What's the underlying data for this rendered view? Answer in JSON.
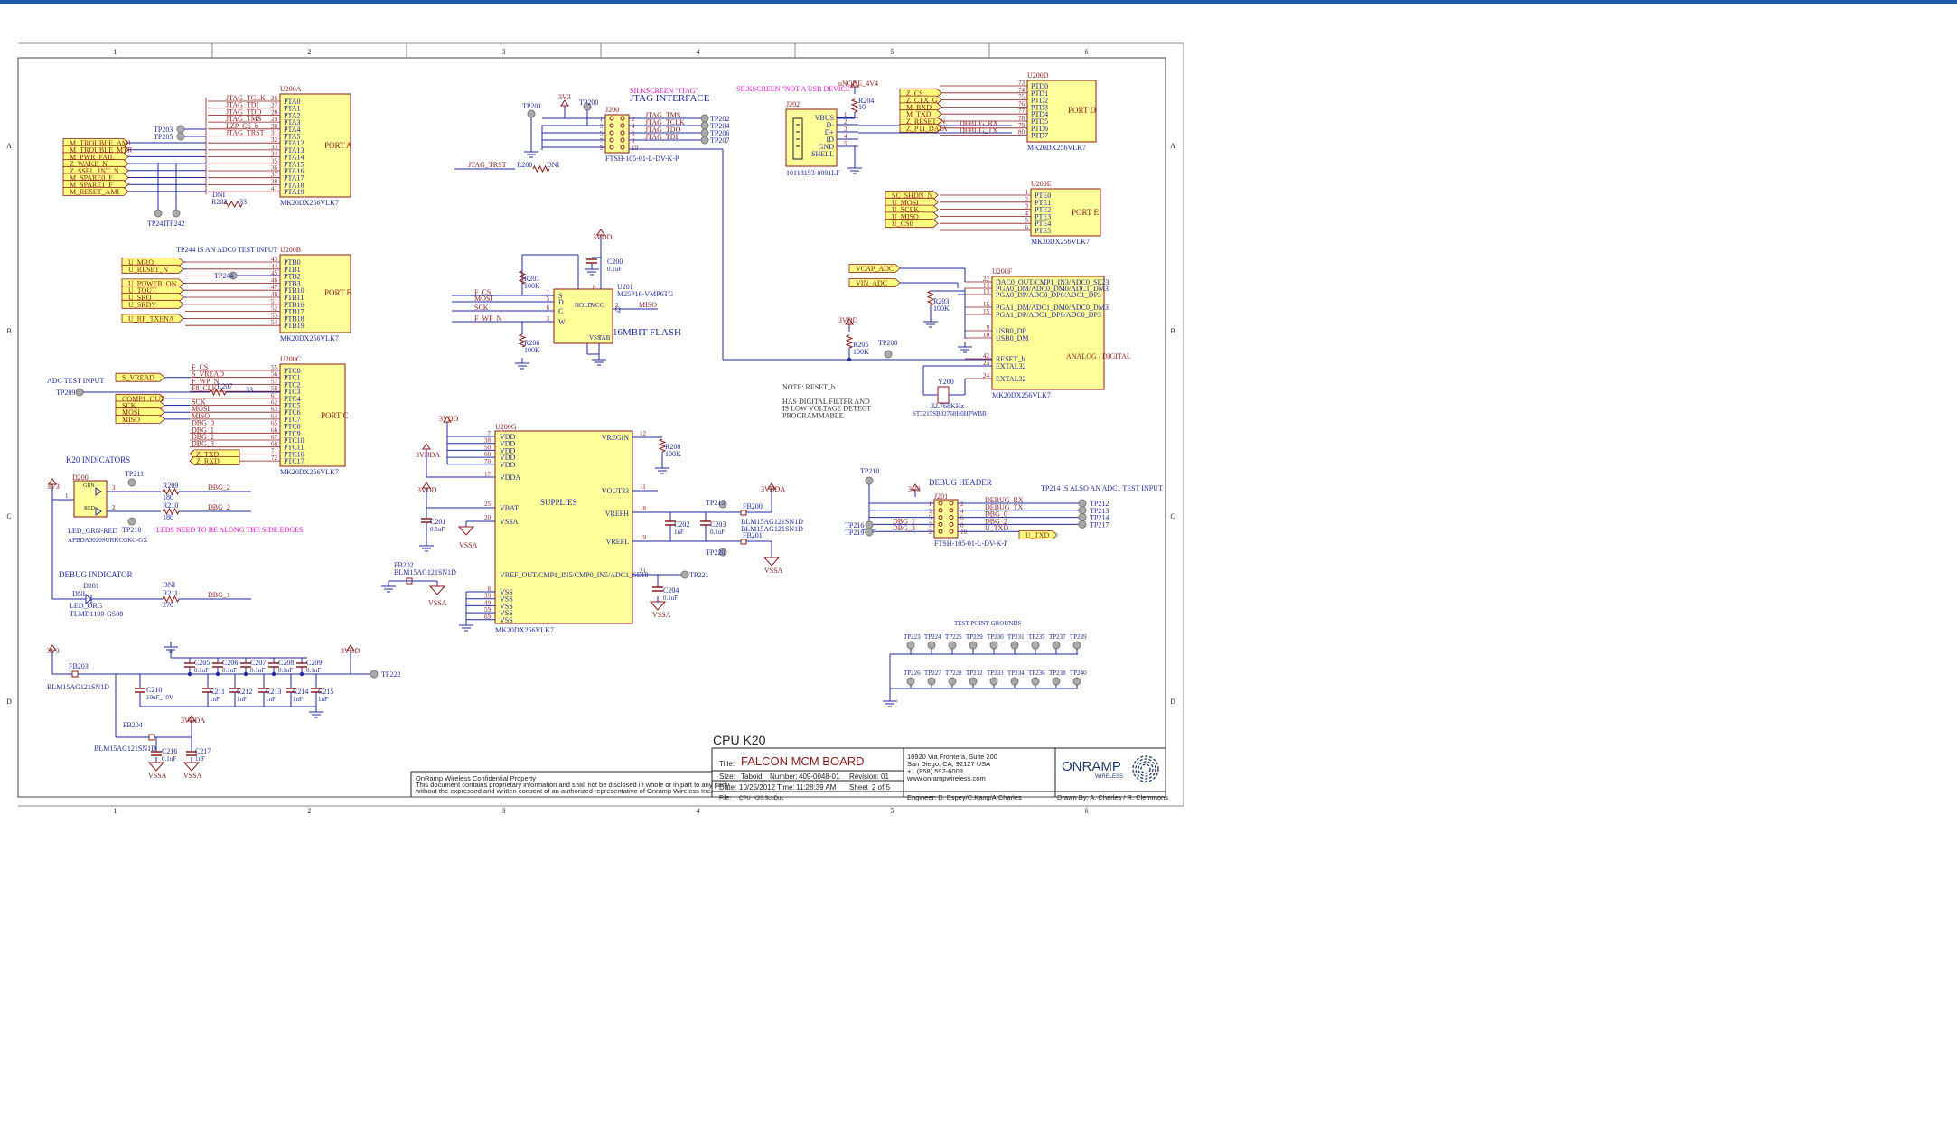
{
  "sheet": {
    "col_labels": [
      "1",
      "2",
      "3",
      "4",
      "5",
      "6"
    ],
    "row_labels": [
      "A",
      "B",
      "C",
      "D"
    ],
    "title_big": "CPU K20",
    "title_label": "Title:",
    "title": "FALCON MCM BOARD",
    "size_label": "Size:",
    "size": "Taboid",
    "number_label": "Number:",
    "number": "409-0048-01",
    "revision_label": "Revision:",
    "revision": "01",
    "date_label": "Date:",
    "date": "10/25/2012",
    "time_label": "Time:",
    "time": "11:28:39 AM",
    "sheet_label": "Sheet",
    "sheet_of": "2 of 5",
    "file_label": "File:",
    "file": "CPU_K20.SchDoc",
    "address": [
      "10920 Via Frontera, Suite 200",
      "San Diego, CA, 92127 USA",
      "+1 (858) 592-6008",
      "www.onrampwireless.com"
    ],
    "engineer": "Engineer:  D. Espey/C.Kang/A.Charles",
    "drawn_by": "Drawn By:  A. Charles / R. Clemmons",
    "company_logo": "ONRAMP",
    "company_logo_sub": "WIRELESS",
    "confidential": [
      "OnRamp Wireless Confidential Property",
      "This document contains proprietary information and shall not be disclosed in whole or in part to any party",
      "without the expressed and written consent of an authorized representative of Onramp Wireless Inc."
    ]
  },
  "u200a": {
    "ref": "U200A",
    "part": "MK20DX256VLK7",
    "title": "PORT A",
    "pins": [
      [
        "26",
        "PTA0",
        "JTAG_TCLK"
      ],
      [
        "27",
        "PTA1",
        "JTAG_TDI"
      ],
      [
        "28",
        "PTA2",
        "JTAG_TDO"
      ],
      [
        "29",
        "PTA3",
        "JTAG_TMS"
      ],
      [
        "30",
        "PTA4",
        "EZP_CS_b"
      ],
      [
        "31",
        "PTA5",
        "JTAG_TRST"
      ],
      [
        "32",
        "PTA12",
        ""
      ],
      [
        "33",
        "PTA13",
        ""
      ],
      [
        "34",
        "PTA14",
        ""
      ],
      [
        "35",
        "PTA15",
        ""
      ],
      [
        "36",
        "PTA16",
        ""
      ],
      [
        "37",
        "PTA17",
        ""
      ],
      [
        "38",
        "PTA18",
        ""
      ],
      [
        "41",
        "PTA19",
        ""
      ]
    ],
    "ports": [
      "M_TROUBLE_AMI",
      "M_TROUBLE_MTR",
      "M_PWR_FAIL",
      "Z_WAKE_N",
      "Z_SSEL_INT_N",
      "M_SPARE0_F",
      "M_SPARE1_F",
      "M_RESET_AMI"
    ],
    "tp": [
      "TP203",
      "TP205",
      "TP241",
      "TP242"
    ],
    "dni": "DNI",
    "res": "R202",
    "res_val": "33"
  },
  "u200b": {
    "ref": "U200B",
    "part": "MK20DX256VLK7",
    "title": "PORT B",
    "note": "TP244 IS AN ADC0 TEST INPUT",
    "pins": [
      [
        "43",
        "PTB0"
      ],
      [
        "44",
        "PTB1"
      ],
      [
        "45",
        "PTB2"
      ],
      [
        "46",
        "PTB3"
      ],
      [
        "47",
        "PTB10"
      ],
      [
        "48",
        "PTB11"
      ],
      [
        "51",
        "PTB16"
      ],
      [
        "52",
        "PTB17"
      ],
      [
        "53",
        "PTB18"
      ],
      [
        "54",
        "PTB19"
      ]
    ],
    "ports": [
      [
        "U_MRQ",
        0
      ],
      [
        "U_RESET_N",
        1
      ],
      [
        "U_POWER_ON",
        3
      ],
      [
        "U_TOUT",
        4
      ],
      [
        "U_SRQ",
        5
      ],
      [
        "U_SRDY",
        6
      ],
      [
        "U_RF_TXENA",
        8
      ]
    ],
    "tp": "TP244"
  },
  "u200c": {
    "ref": "U200C",
    "part": "MK20DX256VLK7",
    "title": "PORT C",
    "adc_note": "ADC TEST INPUT",
    "tp": "TP209",
    "pins": [
      [
        "55",
        "PTC0",
        "F_CS"
      ],
      [
        "56",
        "PTC1",
        "S_VREAD"
      ],
      [
        "57",
        "PTC2",
        "F_WP_N"
      ],
      [
        "58",
        "PTC3",
        "F8_CLK"
      ],
      [
        "61",
        "PTC4",
        ""
      ],
      [
        "62",
        "PTC5",
        "SCK"
      ],
      [
        "63",
        "PTC6",
        "MOSI"
      ],
      [
        "64",
        "PTC7",
        "MISO"
      ],
      [
        "65",
        "PTC8",
        "DBG_0"
      ],
      [
        "66",
        "PTC9",
        "DBG_1"
      ],
      [
        "67",
        "PTC10",
        "DBG_2"
      ],
      [
        "68",
        "PTC11",
        "DBG_3"
      ],
      [
        "71",
        "PTC16",
        ""
      ],
      [
        "72",
        "PTC17",
        ""
      ]
    ],
    "ports": [
      [
        "S_VREAD",
        1
      ],
      [
        "COMP1_OUT",
        4
      ],
      [
        "SCK",
        5
      ],
      [
        "MOSI",
        6
      ],
      [
        "MISO",
        7
      ],
      [
        "Z_TXD",
        12
      ],
      [
        "Z_RXD",
        13
      ]
    ],
    "res": "R207",
    "res_val": "33"
  },
  "jtag": {
    "title": "JTAG INTERFACE",
    "silk": "SILKSCREEN \"JTAG\"",
    "ref": "J200",
    "part": "FTSH-105-01-L-DV-K-P",
    "vcc": "3V3",
    "left_pins": [
      "1",
      "3",
      "5",
      "7",
      "9"
    ],
    "right_pins": [
      "2",
      "4",
      "6",
      "8",
      "10"
    ],
    "nets": [
      "JTAG_TMS",
      "JTAG_TCLK",
      "JTAG_TDO",
      "JTAG_TDI"
    ],
    "tps": [
      "TP202",
      "TP204",
      "TP206",
      "TP207"
    ],
    "tp_left": [
      "TP201",
      "TP200"
    ],
    "trst": "JTAG_TRST",
    "res": "R200",
    "res_dni": "DNI"
  },
  "usb": {
    "silk": "SILKSCREEN \"NOT A USB DEVICE\"",
    "ref": "J202",
    "part": "10118193-0001LF",
    "vnode": "uNODE_4V4",
    "res": "R204",
    "res_val": "10",
    "pins": [
      [
        "VBUS",
        "1"
      ],
      [
        "D-",
        "2"
      ],
      [
        "D+",
        "3"
      ],
      [
        "ID",
        "4"
      ],
      [
        "GND",
        "5"
      ],
      [
        "SHELL",
        ""
      ]
    ]
  },
  "u200d": {
    "ref": "U200D",
    "part": "MK20DX256VLK7",
    "title": "PORT D",
    "pins": [
      [
        "73",
        "PTD0"
      ],
      [
        "74",
        "PTD1"
      ],
      [
        "75",
        "PTD2"
      ],
      [
        "76",
        "PTD3"
      ],
      [
        "77",
        "PTD4"
      ],
      [
        "78",
        "PTD5"
      ],
      [
        "79",
        "PTD6"
      ],
      [
        "80",
        "PTD7"
      ]
    ],
    "ports": [
      "Z_CS",
      "Z_CTX_G",
      "M_RXD",
      "M_TXD",
      "Z_RESET_N",
      "Z_PTI_DATA"
    ],
    "nets": [
      "DEBUG_RX",
      "DEBUG_TX"
    ]
  },
  "u200e": {
    "ref": "U200E",
    "part": "MK20DX256VLK7",
    "title": "PORT E",
    "pins": [
      [
        "1",
        "PTE0"
      ],
      [
        "2",
        "PTE1"
      ],
      [
        "3",
        "PTE2"
      ],
      [
        "4",
        "PTE3"
      ],
      [
        "5",
        "PTE4"
      ],
      [
        "6",
        "PTE5"
      ]
    ],
    "ports": [
      "SC_SHDN_N",
      "U_MOSI",
      "U_SCLK",
      "U_MISO",
      "U_CS0"
    ]
  },
  "u200f": {
    "ref": "U200F",
    "part": "MK20DX256VLK7",
    "title": "ANALOG / DIGITAL",
    "pins": [
      [
        "22",
        "DAC0_OUT/CMP1_IN3/ADC0_SE23"
      ],
      [
        "14",
        "PGA0_DM/ADC0_DM0/ADC1_DM3"
      ],
      [
        "13",
        "PGA0_DP/ADC0_DP0/ADC1_DP3"
      ],
      [
        "16",
        "PGA1_DM/ADC1_DM0/ADC0_DM3"
      ],
      [
        "15",
        "PGA1_DP/ADC1_DP0/ADC0_DP3"
      ],
      [
        "9",
        "USB0_DP"
      ],
      [
        "10",
        "USB0_DM"
      ],
      [
        "42",
        "RESET_b"
      ],
      [
        "23",
        "EXTAL32"
      ],
      [
        "24",
        "EXTAL32"
      ]
    ],
    "ports": [
      "VCAP_ADC",
      "VIN_ADC"
    ],
    "res": "R203",
    "res_val": "100K",
    "res2": "R205",
    "res2_val": "100K",
    "vdd": "3VDD",
    "tp": "TP208",
    "xtal": "Y200",
    "xtal_val": "32.768KHz",
    "xtal_part": "ST3215SB32768H0HPWBB"
  },
  "note": [
    "NOTE:  RESET_b",
    "HAS DIGITAL FILTER AND",
    "IS LOW VOLTAGE DETECT",
    "PROGRAMMABLE."
  ],
  "flash": {
    "ref": "U201",
    "part": "M25P16-VMP6TG",
    "label": "16MBIT FLASH",
    "vdd": "3VDD",
    "cap": "C200",
    "cap_val": "0.1uF",
    "r1": "R201",
    "r1_val": "100K",
    "r2": "R206",
    "r2_val": "100K",
    "left": [
      [
        "1",
        "S",
        "F_CS"
      ],
      [
        "5",
        "D",
        "MOSI"
      ],
      [
        "6",
        "C",
        "SCK"
      ],
      [
        "3",
        "W",
        "F_WP_N"
      ]
    ],
    "inner": [
      "HOLD",
      "VCC",
      "VSS",
      "TAB"
    ],
    "top_pins": [
      "7",
      "8"
    ],
    "q_pin": "2",
    "q": "Q",
    "miso": "MISO",
    "bot_pins": [
      "4",
      "9"
    ]
  },
  "supplies": {
    "ref": "U200G",
    "part": "MK20DX256VLK7",
    "title": "SUPPLIES",
    "vdd": "3VDD",
    "vdda": "3VDDA",
    "vdd_pins": [
      "7",
      "38",
      "50",
      "60",
      "70"
    ],
    "vdda_pin": "17",
    "vbat_pin": "25",
    "vssa_pin": "20",
    "vss_pins": [
      "8",
      "39",
      "49",
      "59",
      "69"
    ],
    "vregin": "VREGIN",
    "vregin_pin": "12",
    "vout33": "VOUT33",
    "vout33_pin": "11",
    "vrefh": "VREFH",
    "vrefh_pin": "18",
    "vrefl": "VREFL",
    "vrefl_pin": "19",
    "vref_out": "VREF_OUT/CMP1_IN5/CMP0_IN5/ADC1_SE18",
    "vref_out_pin": "21",
    "r": "R208",
    "r_val": "100K",
    "c201": "C201",
    "c201_val": "0.1uF",
    "c202": "C202",
    "c202_val": "1nF",
    "c203": "C203",
    "c203_val": "0.1uF",
    "c204": "C204",
    "c204_val": "0.1uF",
    "tp215": "TP215",
    "tp220": "TP220",
    "tp221": "TP221",
    "fb200": "FB200",
    "fb201": "FB201",
    "fb_part": "BLM15AG121SN1D",
    "fb202": "FB202",
    "vssa": "VSSA"
  },
  "indicators": {
    "title": "K20 INDICATORS",
    "ref": "D200",
    "grn": "GRN",
    "red": "RED",
    "vcc": "3V3",
    "tp211": "TP211",
    "tp218": "TP218",
    "r209": "R209",
    "r210": "R210",
    "r_val": "180",
    "net": "DBG_2",
    "part": "APBDA3020SURKCGKC-GX",
    "part2": "LED_GRN-RED",
    "warn": "LEDS NEED TO BE ALONG THE SIDE EDGES",
    "dbg_title": "DEBUG INDICATOR",
    "d201": "D201",
    "dni": "DNI",
    "r211": "R211",
    "r211_val": "270",
    "net2": "DBG_1",
    "led_org": "LED_ORG",
    "led_part": "TLMD1100-GS08"
  },
  "debug": {
    "title": "DEBUG HEADER",
    "ref": "J201",
    "part": "FTSH-105-01-L-DV-K-P",
    "vcc": "3V3",
    "tp210": "TP210",
    "note": "TP214 IS ALSO AN ADC1 TEST INPUT",
    "left_pins": [
      "1",
      "3",
      "5",
      "7",
      "9"
    ],
    "right_pins": [
      "2",
      "4",
      "6",
      "8",
      "10"
    ],
    "left_nets": [
      "",
      "",
      "",
      "DBG_1",
      "DBG_3"
    ],
    "left_tps": [
      "TP216",
      "TP219"
    ],
    "right_nets": [
      "DEBUG_RX",
      "DEBUG_TX",
      "DBG_0",
      "DBG_2",
      "U_TXD"
    ],
    "right_tps": [
      "TP212",
      "TP213",
      "TP214",
      "TP217"
    ],
    "utxd": "U_TXD"
  },
  "tpgrounds": {
    "title": "TEST POINT GROUNDS",
    "row1": [
      "TP223",
      "TP224",
      "TP225",
      "TP229",
      "TP230",
      "TP231",
      "TP235",
      "TP237",
      "TP239"
    ],
    "row2": [
      "TP226",
      "TP227",
      "TP228",
      "TP232",
      "TP233",
      "TP234",
      "TP236",
      "TP238",
      "TP240"
    ]
  },
  "bypass": {
    "v3": "3V3",
    "fb203": "FB203",
    "fb_part": "BLM15AG121SN1D",
    "c210": "C210",
    "c210_val": "10uF_10V",
    "vdd": "3VDD",
    "tp222": "TP222",
    "caps_top": [
      [
        "C205",
        "0.1uF"
      ],
      [
        "C206",
        "0.1uF"
      ],
      [
        "C207",
        "0.1uF"
      ],
      [
        "C208",
        "0.1uF"
      ],
      [
        "C209",
        "0.1uF"
      ]
    ],
    "caps_bot": [
      [
        "C211",
        "1nF"
      ],
      [
        "C212",
        "1nF"
      ],
      [
        "C213",
        "1nF"
      ],
      [
        "C214",
        "1nF"
      ],
      [
        "C215",
        "1nF"
      ]
    ],
    "fb204": "FB204",
    "vdda": "3VDDA",
    "c216": "C216",
    "c216_val": "0.1uF",
    "c217": "C217",
    "c217_val": "1nF",
    "vssa": "VSSA"
  }
}
